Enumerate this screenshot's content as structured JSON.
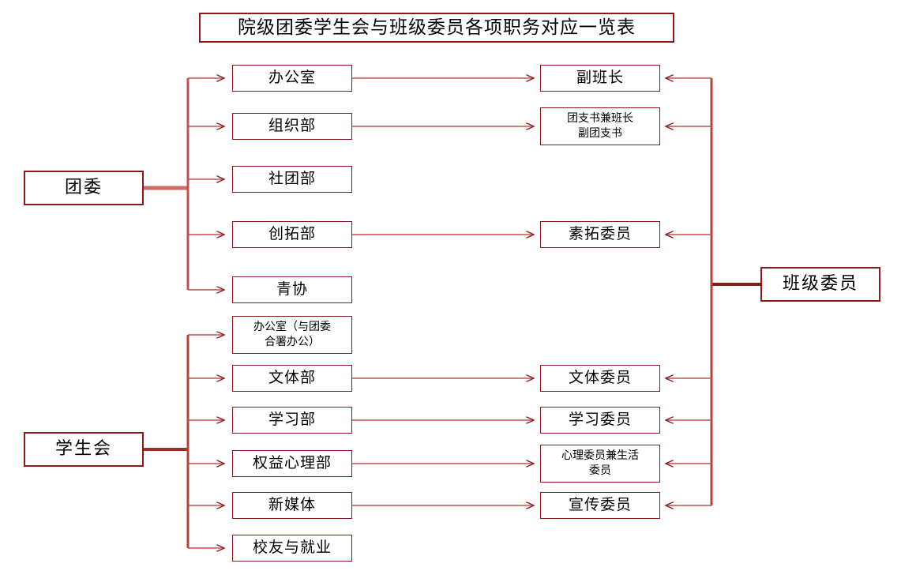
{
  "diagram": {
    "title": "院级团委学生会与班级委员各项职务对应一览表",
    "colors": {
      "box_border": "#8B1A1A",
      "connector": "#C0504D",
      "connector_strong": "#A52A2A",
      "background": "#FFFFFF",
      "text": "#000000"
    },
    "roots": {
      "youth_league": "团委",
      "student_union": "学生会"
    },
    "anchor": {
      "class_committee": "班级委员"
    },
    "departments": [
      {
        "label": "办公室",
        "group": "团委",
        "lines": [
          "办公室"
        ]
      },
      {
        "label": "组织部",
        "group": "团委",
        "lines": [
          "组织部"
        ]
      },
      {
        "label": "社团部",
        "group": "团委",
        "lines": [
          "社团部"
        ]
      },
      {
        "label": "创拓部",
        "group": "团委",
        "lines": [
          "创拓部"
        ]
      },
      {
        "label": "青协",
        "group": "团委",
        "lines": [
          "青协"
        ]
      },
      {
        "label": "办公室（与团委合署办公）",
        "group": "学生会",
        "lines": [
          "办公室（与团委",
          "合署办公）"
        ]
      },
      {
        "label": "文体部",
        "group": "学生会",
        "lines": [
          "文体部"
        ]
      },
      {
        "label": "学习部",
        "group": "学生会",
        "lines": [
          "学习部"
        ]
      },
      {
        "label": "权益心理部",
        "group": "学生会",
        "lines": [
          "权益心理部"
        ]
      },
      {
        "label": "新媒体",
        "group": "学生会",
        "lines": [
          "新媒体"
        ]
      },
      {
        "label": "校友与就业",
        "group": "学生会",
        "lines": [
          "校友与就业"
        ]
      }
    ],
    "roles": [
      {
        "label": "副班长",
        "lines": [
          "副班长"
        ]
      },
      {
        "label": "团支书兼班长副团支书",
        "lines": [
          "团支书兼班长",
          "副团支书"
        ]
      },
      {
        "label": "素拓委员",
        "lines": [
          "素拓委员"
        ]
      },
      {
        "label": "文体委员",
        "lines": [
          "文体委员"
        ]
      },
      {
        "label": "学习委员",
        "lines": [
          "学习委员"
        ]
      },
      {
        "label": "心理委员兼生活委员",
        "lines": [
          "心理委员兼生活",
          "委员"
        ]
      },
      {
        "label": "宣传委员",
        "lines": [
          "宣传委员"
        ]
      }
    ],
    "mappings": [
      {
        "from": "办公室",
        "to": "副班长"
      },
      {
        "from": "组织部",
        "to": "团支书兼班长副团支书"
      },
      {
        "from": "创拓部",
        "to": "素拓委员"
      },
      {
        "from": "文体部",
        "to": "文体委员"
      },
      {
        "from": "学习部",
        "to": "学习委员"
      },
      {
        "from": "权益心理部",
        "to": "心理委员兼生活委员"
      },
      {
        "from": "新媒体",
        "to": "宣传委员"
      }
    ]
  }
}
